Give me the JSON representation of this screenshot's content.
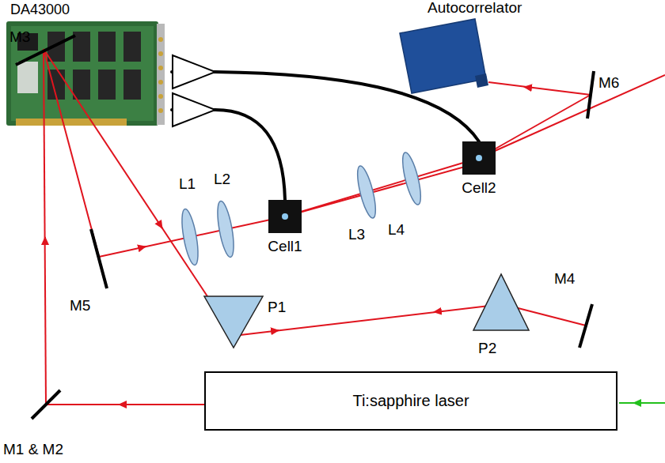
{
  "diagram": {
    "nodes": [
      {
        "text": [
          "DA43000"
        ]
      },
      {
        "text": [
          "Autocorrelator"
        ]
      },
      {
        "text": [
          "Cell2"
        ]
      },
      {
        "text": [
          "Cell1"
        ]
      },
      {
        "text": [
          "Ti:sapphire laser"
        ]
      }
    ],
    "edges": [
      {
        "from": 3,
        "to": 0,
        "arrow": "none"
      },
      {
        "from": 2,
        "to": 0,
        "arrow": "none"
      }
    ],
    "labels": [
      "M6",
      "M3",
      "L1",
      "L2",
      "L3",
      "L4",
      "M5",
      "P1",
      "M4",
      "P2",
      "M1 & M2"
    ]
  }
}
